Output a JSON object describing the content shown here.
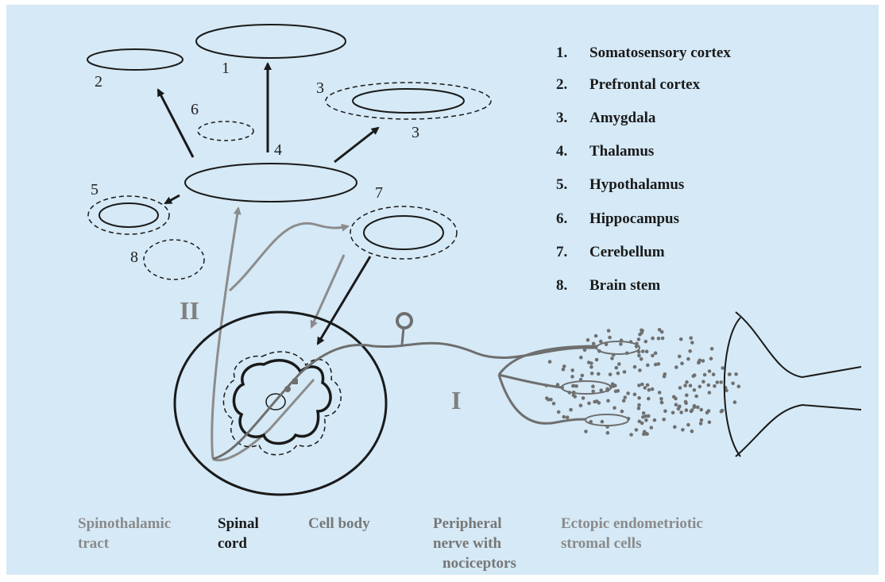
{
  "legend": [
    {
      "number": "1.",
      "label": "Somatosensory cortex"
    },
    {
      "number": "2.",
      "label": "Prefrontal cortex"
    },
    {
      "number": "3.",
      "label": "Amygdala"
    },
    {
      "number": "4.",
      "label": "Thalamus"
    },
    {
      "number": "5.",
      "label": "Hypothalamus"
    },
    {
      "number": "6.",
      "label": "Hippocampus"
    },
    {
      "number": "7.",
      "label": "Cerebellum"
    },
    {
      "number": "8.",
      "label": "Brain stem"
    }
  ],
  "region_numbers": {
    "n1": "1",
    "n2": "2",
    "n3a": "3",
    "n3b": "3",
    "n4": "4",
    "n5": "5",
    "n6": "6",
    "n7": "7",
    "n8": "8"
  },
  "pathways": {
    "first": "I",
    "second": "II"
  },
  "captions": {
    "spinothalamic_line1": "Spinothalamic",
    "spinothalamic_line2": "tract",
    "spinal_line1": "Spinal",
    "spinal_line2": "cord",
    "cell_body": "Cell body",
    "peripheral_line1": "Peripheral",
    "peripheral_line2": "nerve with",
    "peripheral_line3": "nociceptors",
    "ectopic_line1": "Ectopic endometriotic",
    "ectopic_line2": "stromal cells"
  },
  "colors": {
    "background": "#d5e9f6",
    "black_lines": "#1a1a1a",
    "gray_lines": "#8c8c8c",
    "dots": "#707070"
  }
}
